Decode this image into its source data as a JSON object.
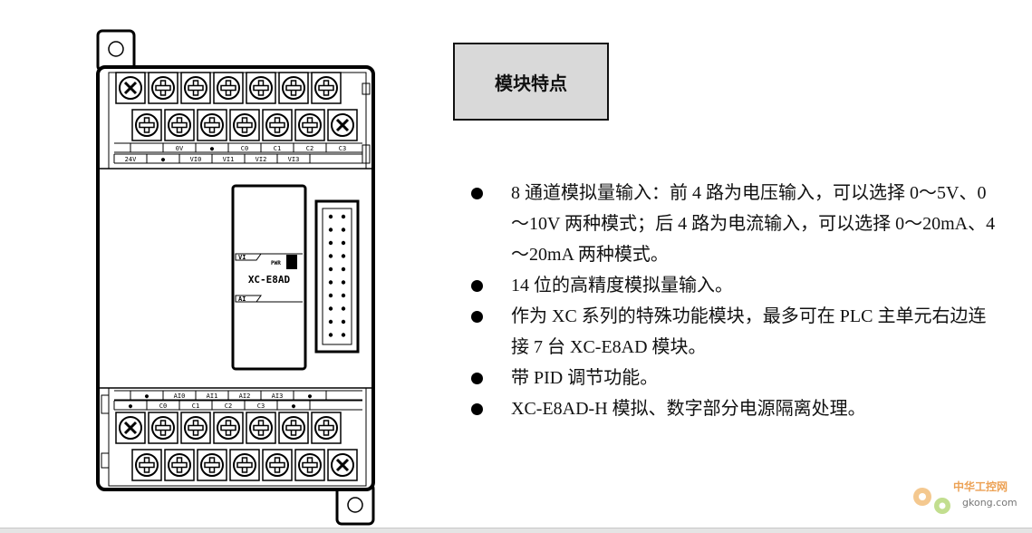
{
  "title": "模块特点",
  "features": [
    "8 通道模拟量输入：前 4 路为电压输入，可以选择 0～5V、0～10V 两种模式；后 4 路为电流输入，可以选择 0～20mA、4～20mA 两种模式。",
    "14 位的高精度模拟量输入。",
    "作为 XC 系列的特殊功能模块，最多可在 PLC 主单元右边连接 7 台 XC-E8AD 模块。",
    "带 PID 调节功能。",
    "XC-E8AD-H 模拟、数字部分电源隔离处理。"
  ],
  "module": {
    "model": "XC-E8AD",
    "pwr_label": "PWR",
    "vi_label": "VI",
    "ai_label": "AI",
    "top_row1": [
      "",
      "0V",
      "●",
      "C0",
      "C1",
      "C2",
      "C3"
    ],
    "top_row2": [
      "24V",
      "●",
      "VI0",
      "VI1",
      "VI2",
      "VI3",
      ""
    ],
    "bottom_row1": [
      "●",
      "AI0",
      "AI1",
      "AI2",
      "AI3",
      "●",
      ""
    ],
    "bottom_row2": [
      "●",
      "C0",
      "C1",
      "C2",
      "C3",
      "●",
      ""
    ]
  },
  "watermark": {
    "line1": "中华工控网",
    "line2": "gkong.com"
  },
  "colors": {
    "title_bg": "#d9d9d9",
    "watermark_orange": "#e88a2a"
  }
}
